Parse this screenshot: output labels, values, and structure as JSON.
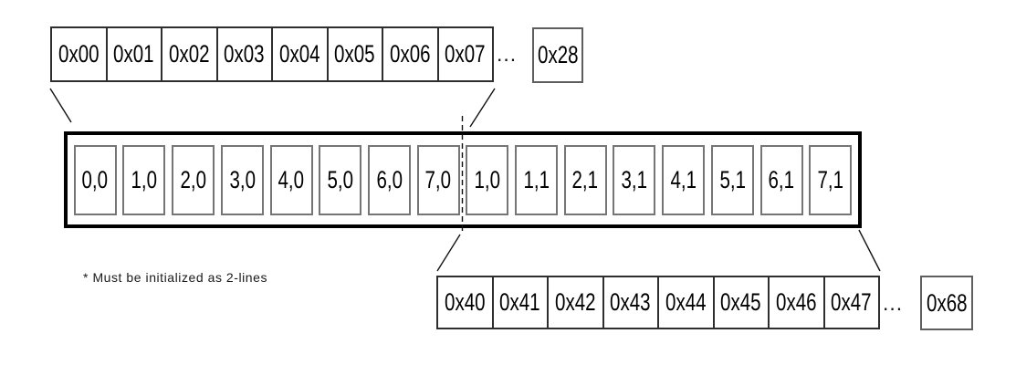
{
  "top_row": {
    "cells": [
      "0x00",
      "0x01",
      "0x02",
      "0x03",
      "0x04",
      "0x05",
      "0x06",
      "0x07"
    ],
    "ellipsis": "...",
    "tail_cell": "0x28"
  },
  "main_box": {
    "cells": [
      "0,0",
      "1,0",
      "2,0",
      "3,0",
      "4,0",
      "5,0",
      "6,0",
      "7,0",
      "1,0",
      "1,1",
      "2,1",
      "3,1",
      "4,1",
      "5,1",
      "6,1",
      "7,1"
    ]
  },
  "bottom_row": {
    "cells": [
      "0x40",
      "0x41",
      "0x42",
      "0x43",
      "0x44",
      "0x45",
      "0x46",
      "0x47"
    ],
    "ellipsis": "...",
    "tail_cell": "0x68"
  },
  "note": "* Must be initialized as 2-lines",
  "colors": {
    "background": "#ffffff",
    "line": "#111111",
    "big_border": "#000000",
    "cell_border": "#757575",
    "row_border": "#2e2e2e",
    "tail_border": "#5e5e5e"
  }
}
